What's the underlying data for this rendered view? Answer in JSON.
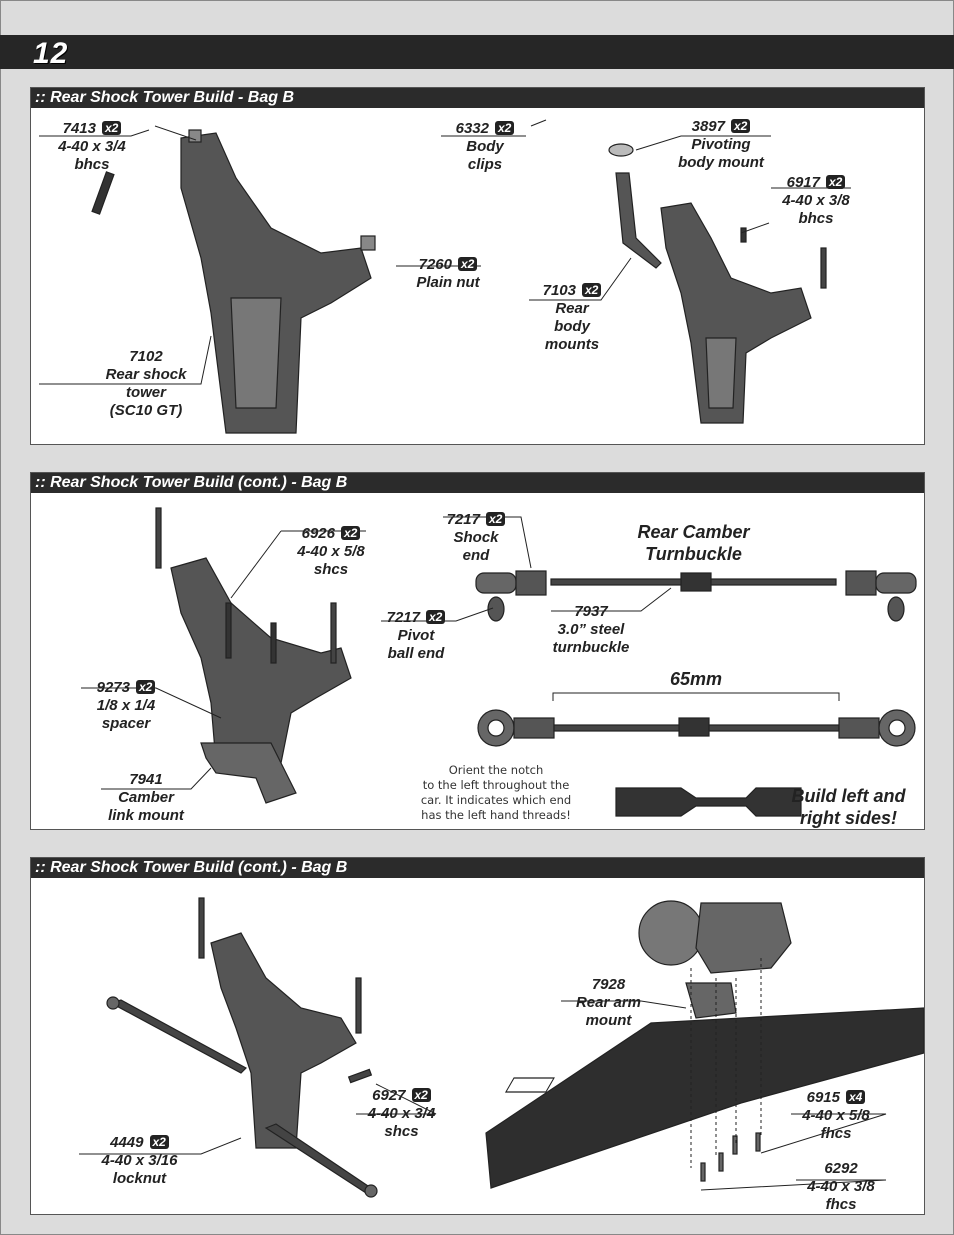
{
  "page": {
    "number": "12"
  },
  "panel1": {
    "title": ":: Rear Shock Tower Build - Bag B",
    "parts": [
      {
        "id": "7413",
        "qty": "x2",
        "desc": [
          "4-40 x 3/4",
          "bhcs"
        ]
      },
      {
        "id": "7260",
        "qty": "x2",
        "desc": [
          "Plain nut"
        ]
      },
      {
        "id": "7102",
        "qty": "",
        "desc": [
          "Rear shock",
          "tower",
          "(SC10 GT)"
        ]
      },
      {
        "id": "6332",
        "qty": "x2",
        "desc": [
          "Body",
          "clips"
        ]
      },
      {
        "id": "3897",
        "qty": "x2",
        "desc": [
          "Pivoting",
          "body mount"
        ]
      },
      {
        "id": "6917",
        "qty": "x2",
        "desc": [
          "4-40 x 3/8",
          "bhcs"
        ]
      },
      {
        "id": "7103",
        "qty": "x2",
        "desc": [
          "Rear",
          "body",
          "mounts"
        ]
      }
    ]
  },
  "panel2": {
    "title": ":: Rear Shock Tower Build (cont.) - Bag B",
    "parts": [
      {
        "id": "6926",
        "qty": "x2",
        "desc": [
          "4-40 x 5/8",
          "shcs"
        ]
      },
      {
        "id": "9273",
        "qty": "x2",
        "desc": [
          "1/8 x 1/4",
          "spacer"
        ]
      },
      {
        "id": "7941",
        "qty": "",
        "desc": [
          "Camber",
          "link mount"
        ]
      },
      {
        "id": "7217",
        "qty": "x2",
        "desc": [
          "Shock",
          "end"
        ]
      },
      {
        "id": "7217",
        "qty": "x2",
        "desc": [
          "Pivot",
          "ball end"
        ]
      },
      {
        "id": "7937",
        "qty": "",
        "desc": [
          "3.0” steel",
          "turnbuckle"
        ]
      }
    ],
    "turnbuckle_title": [
      "Rear Camber",
      "Turnbuckle"
    ],
    "dimension": "65mm",
    "note": [
      "Orient the notch",
      "to the left throughout the",
      "car.  It indicates which end",
      "has the left hand threads!"
    ],
    "build_note": [
      "Build left and",
      "right sides!"
    ]
  },
  "panel3": {
    "title": ":: Rear Shock Tower Build (cont.) - Bag B",
    "parts": [
      {
        "id": "7928",
        "qty": "",
        "desc": [
          "Rear arm",
          "mount"
        ]
      },
      {
        "id": "6927",
        "qty": "x2",
        "desc": [
          "4-40 x 3/4",
          "shcs"
        ]
      },
      {
        "id": "4449",
        "qty": "x2",
        "desc": [
          "4-40 x 3/16",
          "locknut"
        ]
      },
      {
        "id": "6915",
        "qty": "x4",
        "desc": [
          "4-40 x 5/8",
          "fhcs"
        ]
      },
      {
        "id": "6292",
        "qty": "",
        "desc": [
          "4-40 x 3/8",
          "fhcs"
        ]
      }
    ]
  }
}
